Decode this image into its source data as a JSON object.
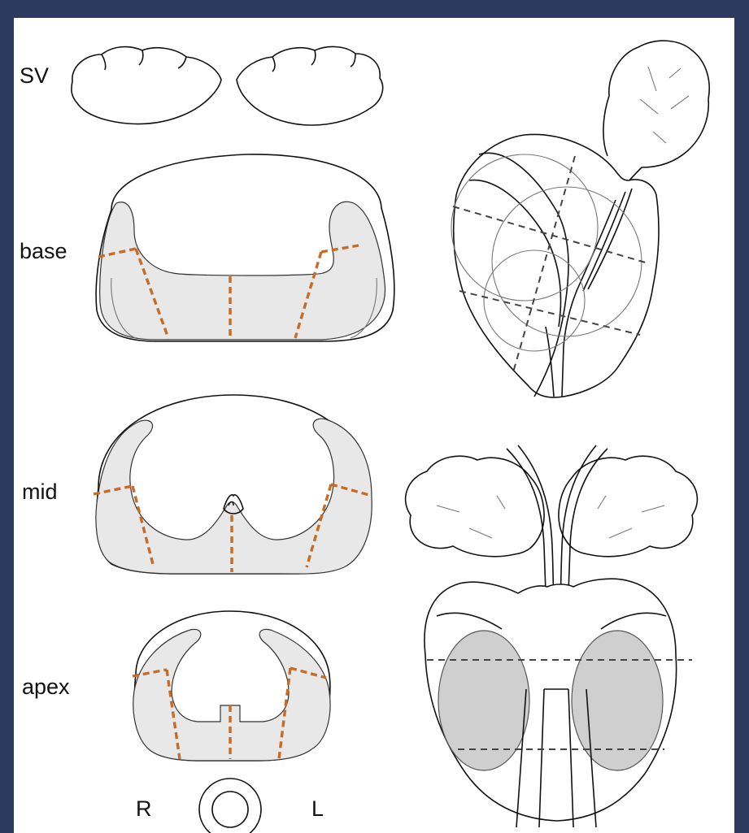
{
  "labels": {
    "sv": "SV",
    "base": "base",
    "mid": "mid",
    "apex": "apex",
    "right": "R",
    "left": "L"
  },
  "colors": {
    "background": "#2b3a5e",
    "peripheral_zone": "#e8e8e8",
    "sector_divider": "#c86b26",
    "outline": "#111111"
  }
}
